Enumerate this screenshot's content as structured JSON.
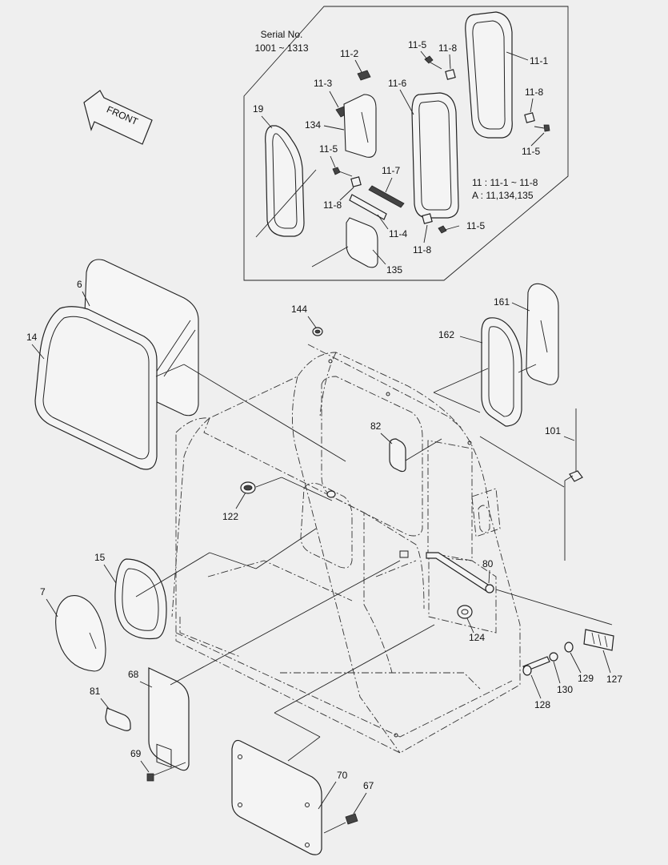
{
  "serial": {
    "title": "Serial No.",
    "range": "1001 ~ 1313"
  },
  "front_label": "FRONT",
  "legend": {
    "line1": "11 : 11-1 ~ 11-8",
    "line2": "A : 11,134,135"
  },
  "callouts": {
    "p11_1": "11-1",
    "p11_2": "11-2",
    "p11_3": "11-3",
    "p11_4": "11-4",
    "p11_5a": "11-5",
    "p11_5b": "11-5",
    "p11_5c": "11-5",
    "p11_5d": "11-5",
    "p11_6": "11-6",
    "p11_7": "11-7",
    "p11_8a": "11-8",
    "p11_8b": "11-8",
    "p11_8c": "11-8",
    "p11_8d": "11-8",
    "p19": "19",
    "p134": "134",
    "p135": "135",
    "p6": "6",
    "p14": "14",
    "p144": "144",
    "p161": "161",
    "p162": "162",
    "p101": "101",
    "p82": "82",
    "p122": "122",
    "p15": "15",
    "p7": "7",
    "p80": "80",
    "p124": "124",
    "p127": "127",
    "p129": "129",
    "p130": "130",
    "p128": "128",
    "p68": "68",
    "p81": "81",
    "p69": "69",
    "p70": "70",
    "p67": "67"
  }
}
